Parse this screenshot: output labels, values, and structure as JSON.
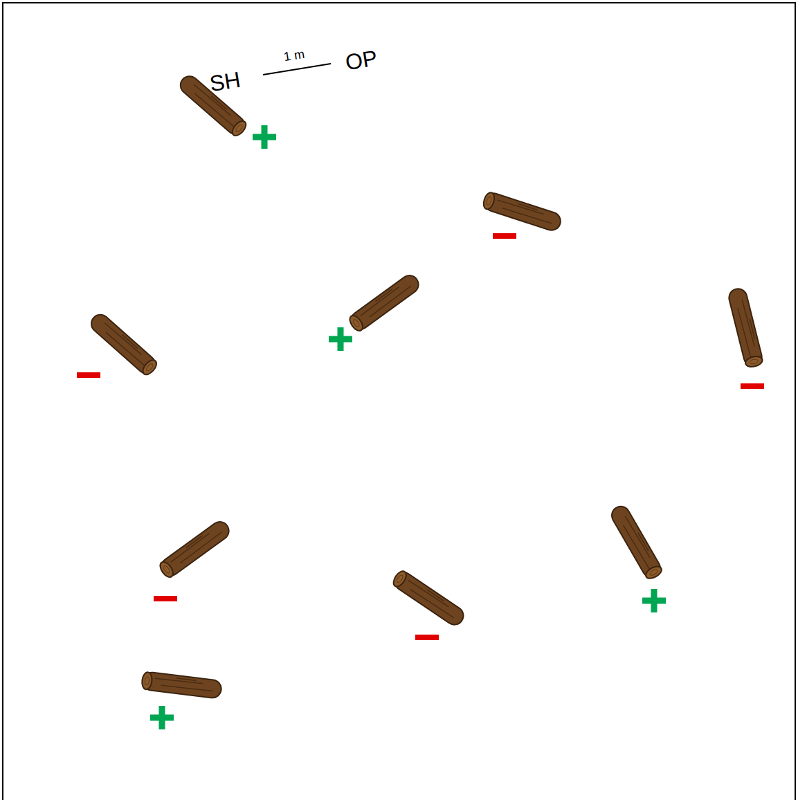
{
  "diagram": {
    "labels": [
      "SH",
      "1 m",
      "OP"
    ]
  }
}
